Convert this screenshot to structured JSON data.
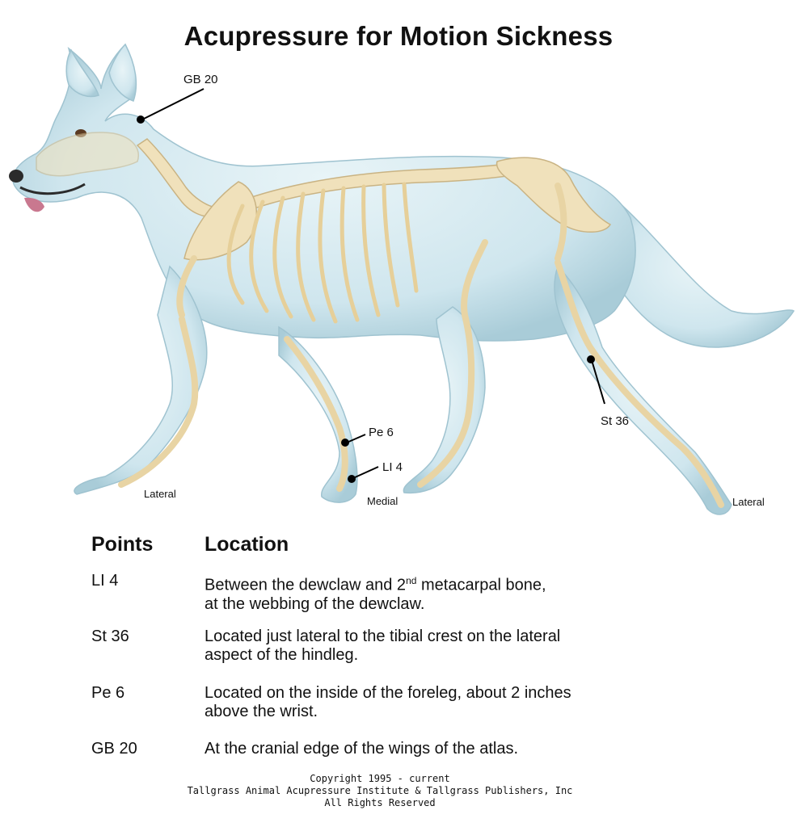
{
  "title": "Acupressure for Motion Sickness",
  "figure": {
    "points": [
      {
        "id": "gb20",
        "label": "GB 20"
      },
      {
        "id": "pe6",
        "label": "Pe 6"
      },
      {
        "id": "li4",
        "label": "LI 4"
      },
      {
        "id": "st36",
        "label": "St 36"
      }
    ],
    "side_labels": [
      "Lateral",
      "Medial",
      "Lateral"
    ]
  },
  "table": {
    "headers": {
      "points": "Points",
      "location": "Location"
    },
    "rows": [
      {
        "point": "LI 4",
        "line1_pre": "Between the dewclaw and 2",
        "sup": "nd",
        "line1_post": " metacarpal bone,",
        "line2": "at the webbing of the dewclaw."
      },
      {
        "point": "St 36",
        "line1": "Located just lateral to the tibial crest on the lateral",
        "line2": "aspect of the hindleg."
      },
      {
        "point": "Pe 6",
        "line1": "Located on the inside of the foreleg, about 2 inches",
        "line2": "above the wrist."
      },
      {
        "point": "GB 20",
        "line1": "At the cranial edge of the wings of the atlas."
      }
    ]
  },
  "copyright": {
    "line1": "Copyright 1995 - current",
    "line2": "Tallgrass Animal Acupressure Institute & Tallgrass Publishers, Inc",
    "line3": "All Rights Reserved"
  },
  "colors": {
    "fur": "#cfe6ee",
    "fur_shade": "#a9ccd8",
    "bone": "#f0e1bb",
    "bone_edge": "#c9b383",
    "point": "#000000"
  }
}
